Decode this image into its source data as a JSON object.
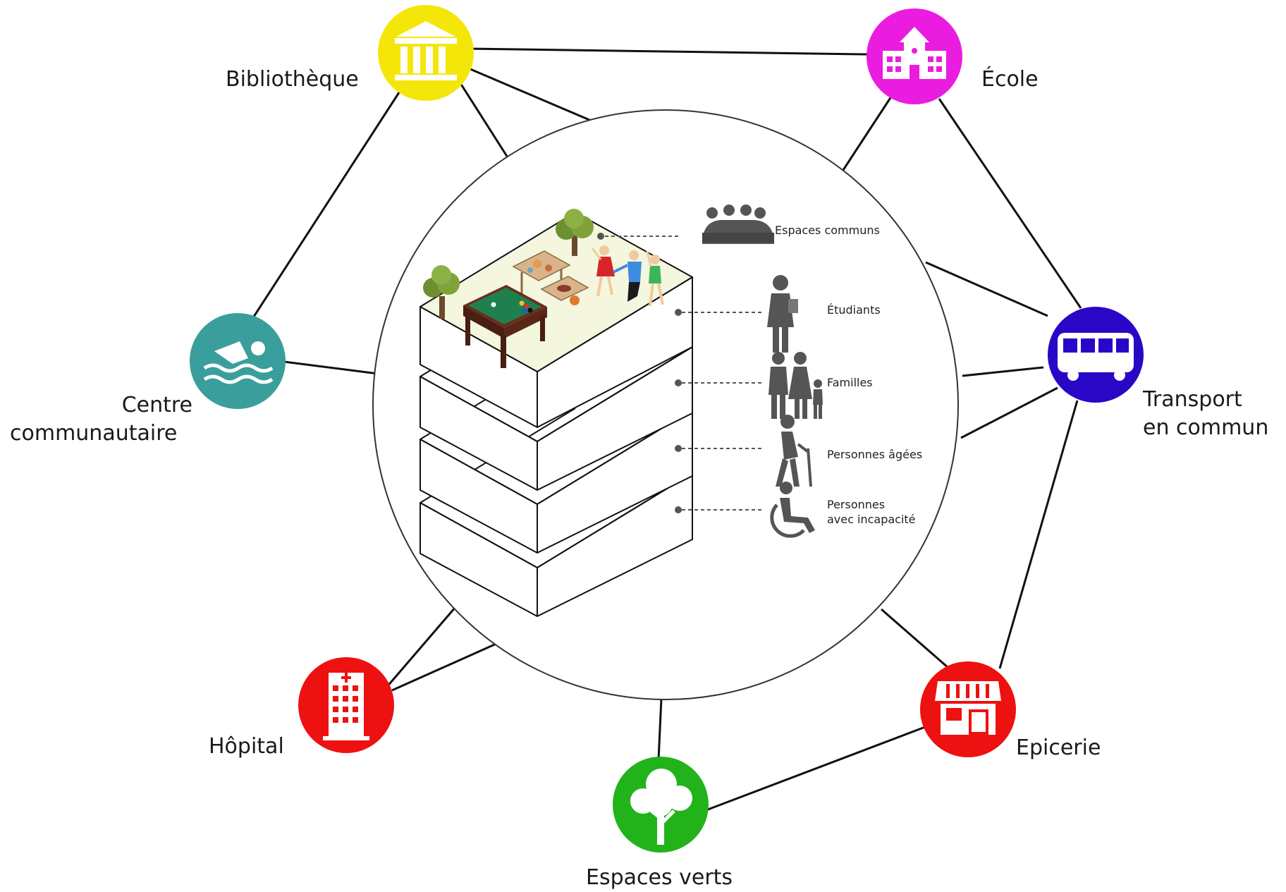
{
  "colors": {
    "line": "#111111",
    "circle_stroke": "#333333",
    "roof": "#f4f6de",
    "pictogram": "#555555"
  },
  "nodes": {
    "bibliotheque": {
      "label": "Bibliothèque",
      "color": "#f5e60a",
      "icon": "library-icon"
    },
    "ecole": {
      "label": "École",
      "color": "#ea1ce0",
      "icon": "school-icon"
    },
    "transport": {
      "label": "Transport en commun",
      "line1": "Transport",
      "line2": "en commun",
      "color": "#2a07c7",
      "icon": "bus-icon"
    },
    "centre": {
      "label": "Centre communautaire",
      "line1": "Centre",
      "line2": "communautaire",
      "color": "#3a9e9c",
      "icon": "swimmer-icon"
    },
    "hopital": {
      "label": "Hôpital",
      "color": "#ee1111",
      "icon": "hospital-icon"
    },
    "epicerie": {
      "label": "Epicerie",
      "color": "#ee1111",
      "icon": "store-icon"
    },
    "espaces_verts": {
      "label": "Espaces verts",
      "color": "#22b31a",
      "icon": "tree-icon"
    }
  },
  "layers": {
    "espaces_communs": {
      "label": "Espaces communs",
      "icon": "meeting-icon"
    },
    "etudiants": {
      "label": "Étudiants",
      "icon": "student-icon"
    },
    "familles": {
      "label": "Familles",
      "icon": "family-icon"
    },
    "personnes_agees": {
      "label": "Personnes âgées",
      "icon": "elderly-icon"
    },
    "personnes_incapacite": {
      "label": "Personnes avec incapacité",
      "line1": "Personnes",
      "line2": "avec incapacité",
      "icon": "wheelchair-icon"
    }
  }
}
